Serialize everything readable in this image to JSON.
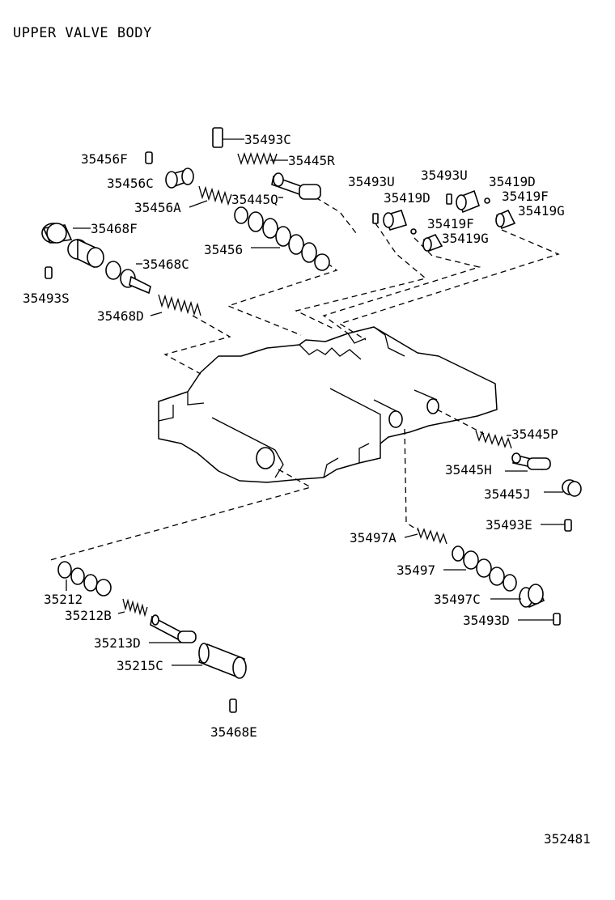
{
  "title": "UPPER VALVE BODY",
  "diagram_id": "352481",
  "labels": {
    "p35493C": "35493C",
    "p35445R": "35445R",
    "p35456F": "35456F",
    "p35456C": "35456C",
    "p35456A": "35456A",
    "p35445Q": "35445Q",
    "p35468F": "35468F",
    "p35456": "35456",
    "p35468C": "35468C",
    "p35493S": "35493S",
    "p35468D": "35468D",
    "p35493U_a": "35493U",
    "p35419D_a": "35419D",
    "p35493U_b": "35493U",
    "p35419D_b": "35419D",
    "p35419F_a": "35419F",
    "p35419F_b": "35419F",
    "p35419G_a": "35419G",
    "p35419G_b": "35419G",
    "p35445P": "35445P",
    "p35445H": "35445H",
    "p35445J": "35445J",
    "p35493E": "35493E",
    "p35497A": "35497A",
    "p35497": "35497",
    "p35497C": "35497C",
    "p35493D": "35493D",
    "p35212": "35212",
    "p35212B": "35212B",
    "p35213D": "35213D",
    "p35215C": "35215C",
    "p35468E": "35468E"
  }
}
